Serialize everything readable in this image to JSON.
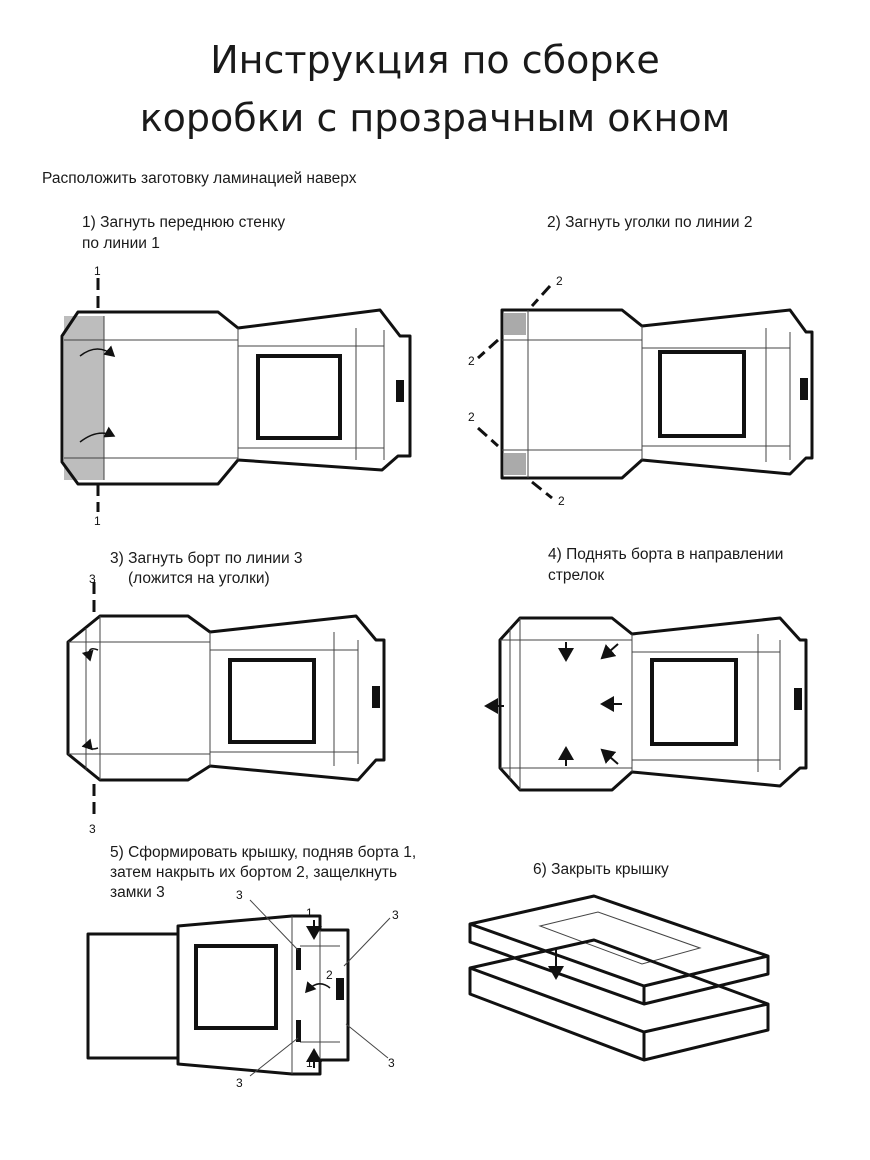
{
  "title": {
    "line1": "Инструкция по сборке",
    "line2": "коробки с прозрачным окном"
  },
  "intro": "Расположить заготовку ламинацией наверх",
  "steps": [
    {
      "line1": "1) Загнуть переднюю стенку",
      "line2": "по линии 1"
    },
    {
      "line1": "2) Загнуть уголки по линии 2",
      "line2": ""
    },
    {
      "line1": "3) Загнуть борт по линии 3",
      "line2": "(ложится на уголки)"
    },
    {
      "line1": "4) Поднять борта в направлении",
      "line2": "стрелок"
    },
    {
      "line1": "5) Сформировать крышку, подняв борта 1,",
      "line2": "затем накрыть их бортом 2, защелкнуть",
      "line3": "замки 3"
    },
    {
      "line1": "6) Закрыть крышку",
      "line2": ""
    }
  ],
  "fold_labels": {
    "one": "1",
    "two": "2",
    "three": "3"
  }
}
